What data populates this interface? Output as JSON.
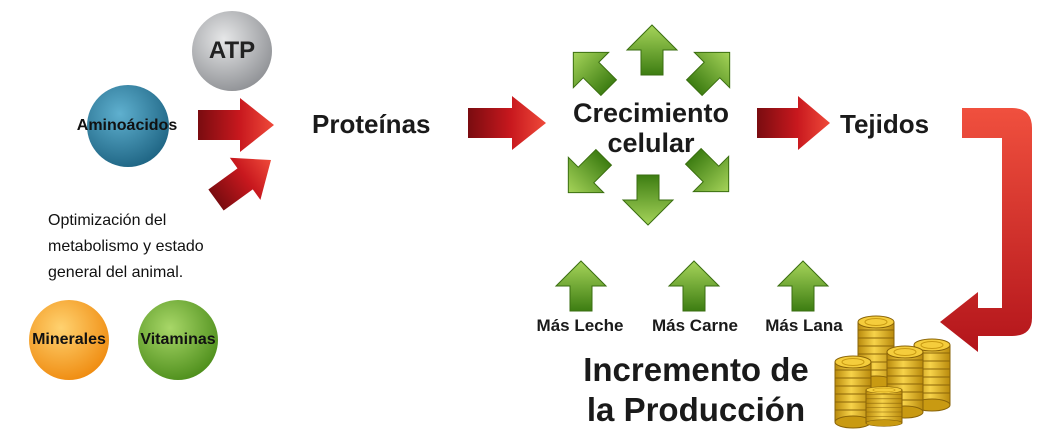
{
  "inputs": {
    "atp": "ATP",
    "aminoacidos": "Aminoácidos",
    "minerales": "Minerales",
    "vitaminas": "Vitaminas",
    "optimization_note": [
      "Optimización del",
      "metabolismo y estado",
      "general del animal."
    ]
  },
  "flow": {
    "proteinas": "Proteínas",
    "crecimiento_line1": "Crecimiento",
    "crecimiento_line2": "celular",
    "tejidos": "Tejidos"
  },
  "outputs": {
    "leche": "Más Leche",
    "carne": "Más Carne",
    "lana": "Más Lana",
    "incremento_line1": "Incremento de",
    "incremento_line2": "la Producción"
  },
  "colors": {
    "red_arrow": "#c0161c",
    "green_arrow": "#5a9e1c",
    "atp_circle": "#a7a9ac",
    "aminoacidos_circle": "#2b7c9e",
    "minerales_circle": "#f49b17",
    "vitaminas_circle": "#6aa524",
    "coins": "#e8b81a"
  }
}
